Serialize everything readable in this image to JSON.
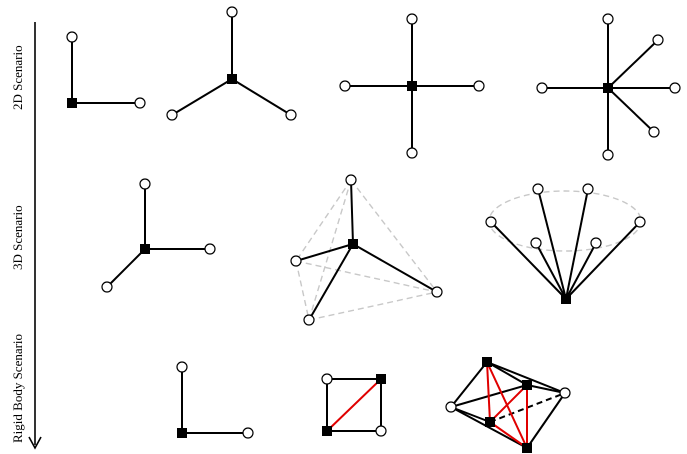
{
  "rows": [
    {
      "id": "2d",
      "label": "2D Scenario"
    },
    {
      "id": "3d",
      "label": "3D Scenario"
    },
    {
      "id": "rigid",
      "label": "Rigid Body Scenario"
    }
  ],
  "legend": {
    "anchor_node": "filled-square",
    "end_node": "open-circle",
    "rigid_link_color": "#e00000",
    "edge_color": "#000000",
    "guide_color": "#c8c8c8"
  }
}
